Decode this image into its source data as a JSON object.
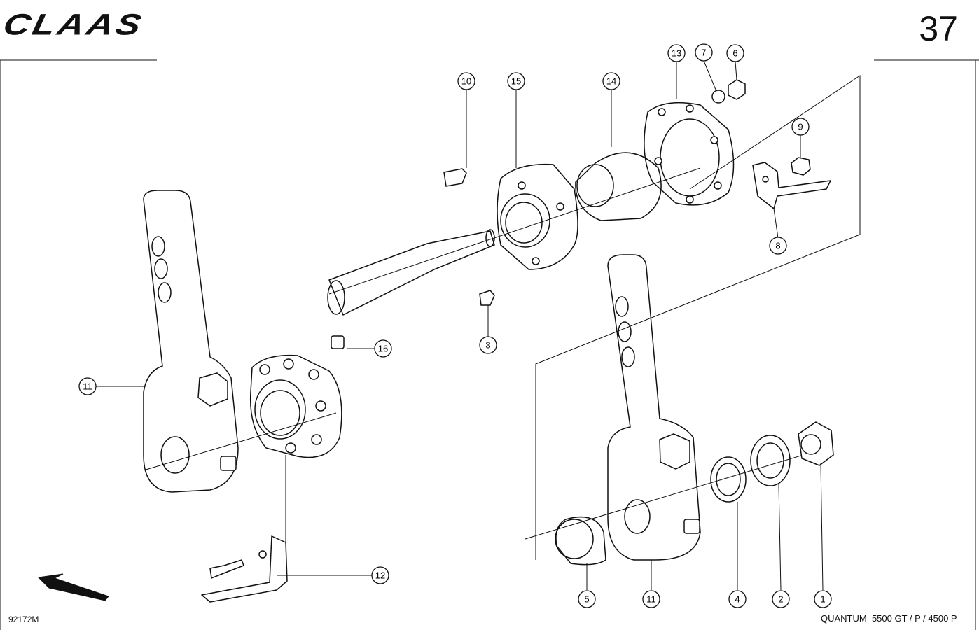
{
  "header": {
    "brand": "CLAAS",
    "page_number": "37"
  },
  "footer": {
    "drawing_number": "92172M",
    "model": "QUANTUM  5500 GT / P / 4500 P"
  },
  "callouts": [
    {
      "id": "callout-1",
      "label": "1"
    },
    {
      "id": "callout-2",
      "label": "2"
    },
    {
      "id": "callout-3",
      "label": "3"
    },
    {
      "id": "callout-4",
      "label": "4"
    },
    {
      "id": "callout-5",
      "label": "5"
    },
    {
      "id": "callout-6",
      "label": "6"
    },
    {
      "id": "callout-7",
      "label": "7"
    },
    {
      "id": "callout-8",
      "label": "8"
    },
    {
      "id": "callout-9",
      "label": "9"
    },
    {
      "id": "callout-10",
      "label": "10"
    },
    {
      "id": "callout-11a",
      "label": "11"
    },
    {
      "id": "callout-11b",
      "label": "11"
    },
    {
      "id": "callout-12",
      "label": "12"
    },
    {
      "id": "callout-13",
      "label": "13"
    },
    {
      "id": "callout-14",
      "label": "14"
    },
    {
      "id": "callout-15",
      "label": "15"
    },
    {
      "id": "callout-16",
      "label": "16"
    }
  ]
}
